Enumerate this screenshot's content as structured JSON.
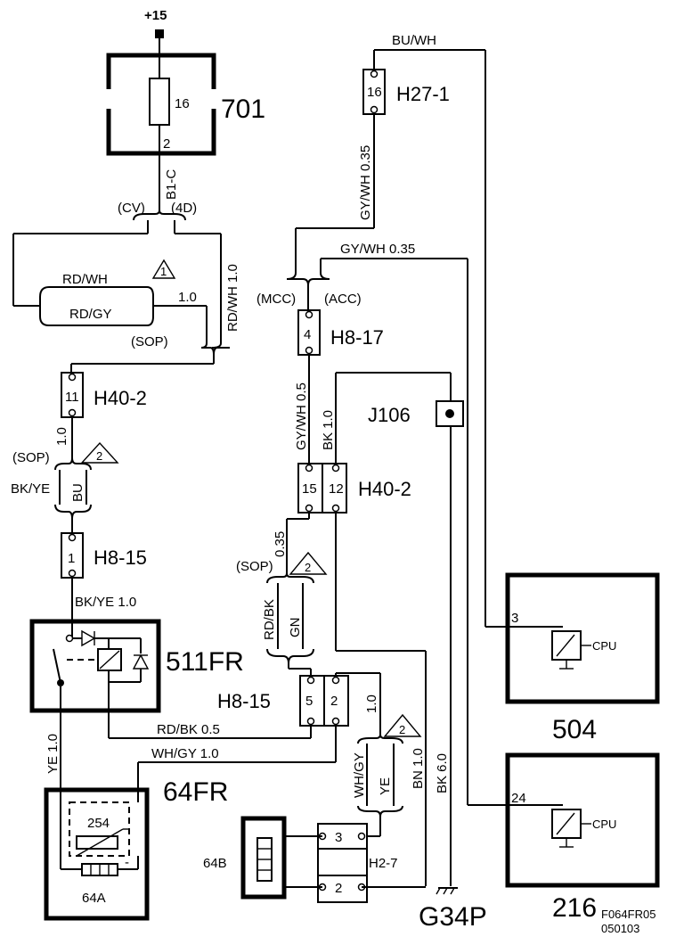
{
  "supply": "+15",
  "components": {
    "c701": {
      "name": "701",
      "fuse": "16",
      "pin": "2"
    },
    "c511": {
      "name": "511FR"
    },
    "c64fr": {
      "name": "64FR",
      "value": "254",
      "sub": "64A"
    },
    "c504": {
      "name": "504",
      "pin": "3",
      "cpu": "CPU"
    },
    "c216": {
      "name": "216",
      "pin": "24",
      "cpu": "CPU"
    },
    "c64b": {
      "name": "64B"
    }
  },
  "connectors": {
    "h27_1": {
      "name": "H27-1",
      "pin": "16"
    },
    "h40_2_top": {
      "name": "H40-2",
      "pin": "11"
    },
    "h8_15_top": {
      "name": "H8-15",
      "pin": "1"
    },
    "h8_17": {
      "name": "H8-17",
      "pin": "4"
    },
    "j106": {
      "name": "J106"
    },
    "h40_2_mid": {
      "name": "H40-2",
      "pin_a": "15",
      "pin_b": "12"
    },
    "h8_15_bot": {
      "name": "H8-15",
      "pin_a": "5",
      "pin_b": "2"
    },
    "h2_7": {
      "name": "H2-7",
      "pin_a": "3",
      "pin_b": "2"
    }
  },
  "wires": {
    "b1c": "B1-C",
    "cv": "(CV)",
    "d4": "(4D)",
    "rdwh_1": "RD/WH",
    "rdgy": "RD/GY",
    "w_10a": "1.0",
    "rdwh_10": "RD/WH 1.0",
    "sop": "(SOP)",
    "w_10b": "1.0",
    "bkye": "BK/YE",
    "bu": "BU",
    "bkye_10": "BK/YE  1.0",
    "rdbk_05": "RD/BK  0.5",
    "whgy_10": "WH/GY  1.0",
    "ye_10": "YE  1.0",
    "buwh": "BU/WH",
    "gywh_035": "GY/WH  0.35",
    "gywh_h": "GY/WH  0.35",
    "mcc": "(MCC)",
    "acc": "(ACC)",
    "gywh_05": "GY/WH  0.5",
    "bk_10": "BK  1.0",
    "w_035": "0.35",
    "rdbk": "RD/BK",
    "gn": "GN",
    "w_10c": "1.0",
    "whgy": "WH/GY",
    "ye": "YE",
    "bn_10": "BN  1.0",
    "bk_60": "BK  6.0"
  },
  "notes": {
    "tri1": "1",
    "tri2a": "2",
    "tri2b": "2",
    "tri2c": "2"
  },
  "ground": "G34P",
  "figure_id": "F064FR05",
  "figure_date": "050103"
}
